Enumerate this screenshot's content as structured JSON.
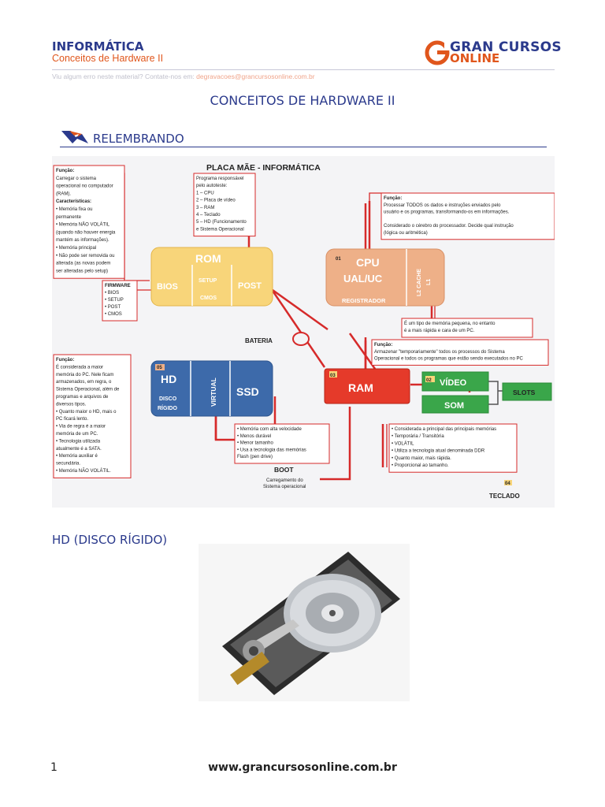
{
  "header": {
    "subject": "INFORMÁTICA",
    "topic": "Conceitos de Hardware II",
    "report_prefix": "Viu algum erro neste material? Contate-nos em:",
    "report_email": "degravacoes@grancursosonline.com.br",
    "logo_line1": "GRAN CURSOS",
    "logo_line2": "ONLINE"
  },
  "page_title": "CONCEITOS DE HARDWARE II",
  "section1": "RELEMBRANDO",
  "diagram": {
    "title": "PLACA MÃE - INFORMÁTICA",
    "rom": {
      "title": "ROM",
      "bios": "BIOS",
      "setup": "SETUP",
      "cmos": "CMOS",
      "post": "POST"
    },
    "cpu": {
      "num": "01",
      "title": "CPU",
      "sub": "UAL/UC",
      "reg": "REGISTRADOR",
      "cache1": "L2 CACHE",
      "cache2": "L1"
    },
    "hd": {
      "num": "05",
      "title": "HD",
      "disco": "DISCO",
      "rigido": "RÍGIDO",
      "virtual": "VIRTUAL",
      "ssd": "SSD"
    },
    "ram": {
      "num": "03",
      "title": "RAM"
    },
    "video": {
      "num": "02",
      "title": "VÍDEO"
    },
    "som": "SOM",
    "slots": "SLOTS",
    "bateria": "BATERIA",
    "boot": "BOOT",
    "boot_desc": [
      "Carregamento do",
      "Sistema operacional"
    ],
    "teclado_num": "04",
    "teclado": "TECLADO",
    "rom_func": [
      "Função:",
      "Carregar o sistema",
      "operacional no computador",
      "(RAM).",
      "Características:",
      "• Memória fixa ou",
      "  permanente",
      "• Memória NÃO VOLÁTIL",
      "  (quando não houver energia",
      "  mantém as informações).",
      "• Memória principal",
      "• Não pode ser removida ou",
      "  alterada (as novas podem",
      "  ser alteradas pelo setup)"
    ],
    "post_desc": [
      "Programa responsável",
      "pelo autoteste:",
      "1 – CPU",
      "2 – Placa de vídeo",
      "3 – RAM",
      "4 – Teclado",
      "5 – HD (Funcionamento",
      "e Sistema Operacional"
    ],
    "firmware": [
      "FIRMWARE",
      "• BIOS",
      "• SETUP",
      "• POST",
      "• CMOS"
    ],
    "cpu_func": [
      "Função:",
      "Processar TODOS os dados e instruções enviados pelo",
      "usuário e os programas, transformando-os em informações.",
      "",
      "Considerado o cérebro do processador. Decide qual instrução",
      "(lógica ou aritmética)"
    ],
    "cache_desc": [
      "É um tipo de memória pequena, no entanto",
      "é a mais rápida e cara de um PC."
    ],
    "ram_func": [
      "Função:",
      "Armazenar \"temporariamente\" todos os processos do Sistema",
      "Operacional e todos os programas que estão sendo executados no PC"
    ],
    "hd_func": [
      "Função:",
      "É considerada a maior",
      "memória do PC. Nele ficam",
      "armazenados, em regra, o",
      "Sistema Operacional, além de",
      "programas e arquivos de",
      "diversos tipos.",
      "• Quanto maior o HD, mais o",
      "  PC ficará lento.",
      "• Via de regra é a maior",
      "  memória de um PC.",
      "• Tecnologia utilizada",
      "  atualmente é a SATA.",
      "• Memória auxiliar é",
      "  secundária.",
      "• Memória NÃO VOLÁTIL."
    ],
    "ssd_desc": [
      "• Memória com alta velocidade",
      "• Menos durável",
      "• Menor tamanho",
      "• Usa a tecnologia das memórias",
      "  Flash (pen drive)"
    ],
    "ram_desc": [
      "• Considerada a principal das principais memórias",
      "• Temporária / Transitória",
      "• VOLÁTIL",
      "• Utiliza a tecnologia atual denominada DDR",
      "• Quanto maior, mais rápida.",
      "• Proporcional ao tamanho."
    ]
  },
  "section2": "HD (DISCO RÍGIDO)",
  "footer": {
    "page": "1",
    "url": "www.grancursosonline.com.br"
  },
  "colors": {
    "navy": "#2b3a8c",
    "orange": "#e0561c",
    "rom": "#f8d57a",
    "cpu": "#eeb088",
    "hd": "#3d6aaa",
    "ram": "#e53a2a",
    "green": "#3aa64a",
    "red_line": "#d62a2a"
  }
}
